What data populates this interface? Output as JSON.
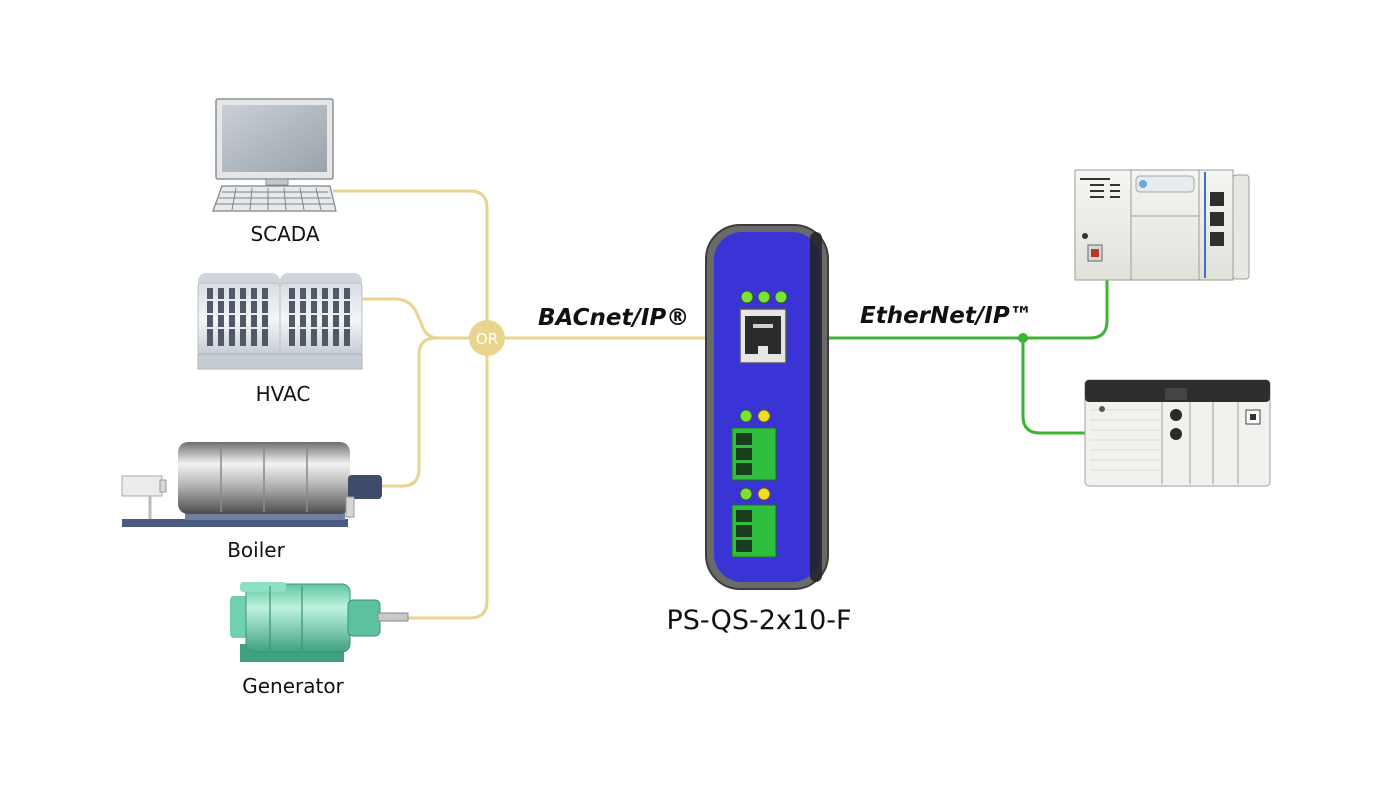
{
  "devices": {
    "scada": "SCADA",
    "hvac": "HVAC",
    "boiler": "Boiler",
    "generator": "Generator"
  },
  "junction": "OR",
  "protocols": {
    "left": "BACnet/IP®",
    "right": "EtherNet/IP™"
  },
  "gateway": {
    "model": "PS-QS-2x10-F"
  },
  "colors": {
    "bacnet_line": "#e8d48c",
    "ethernet_line": "#3cb332",
    "gateway_body": "#3a33d6",
    "terminal_green": "#2fbf3c",
    "led_green": "#7be03a",
    "led_yellow": "#f2dc2a"
  },
  "icons": {
    "scada": "computer-workstation",
    "hvac": "rooftop-hvac-unit",
    "boiler": "industrial-boiler",
    "generator": "electric-generator",
    "plc_top": "compactlogix-plc",
    "plc_bottom": "controllogix-plc",
    "gateway": "protocol-gateway-din-rail"
  }
}
